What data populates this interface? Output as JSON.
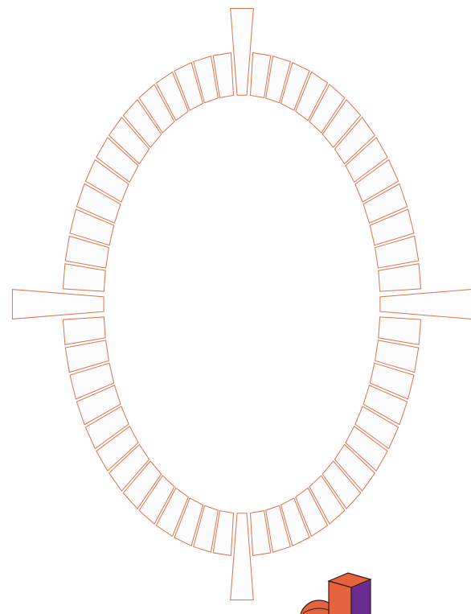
{
  "figure": {
    "caption": "",
    "stroke_color": "#d9734f",
    "fill_color": "#fcfcfc",
    "background": "#ffffff",
    "voussoirs_per_quarter": 13,
    "keystones": [
      "top",
      "right",
      "bottom",
      "left"
    ]
  },
  "logo": {
    "colors": {
      "orange": "#e4643d",
      "purple": "#6a2c91",
      "ball": "#e4643d"
    }
  }
}
